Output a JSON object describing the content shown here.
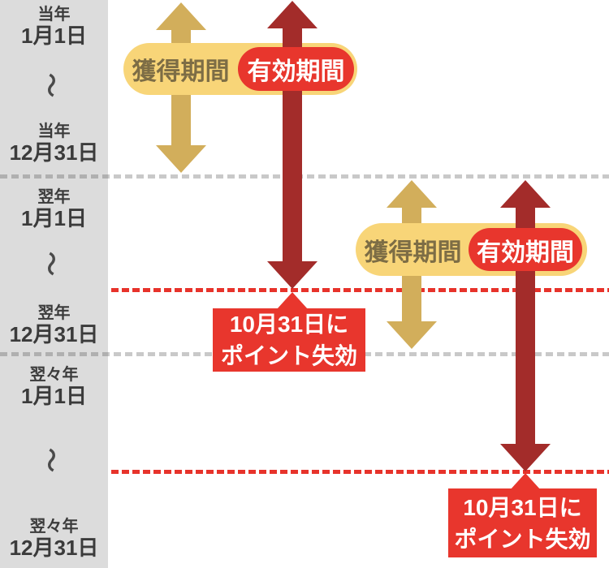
{
  "diagram_title": "point-validity-expiry-timeline",
  "sidebar": {
    "tilde": "〜",
    "labels": [
      {
        "year": "当年",
        "date": "1月1日"
      },
      {
        "year": "当年",
        "date": "12月31日"
      },
      {
        "year": "翌年",
        "date": "1月1日"
      },
      {
        "year": "翌年",
        "date": "12月31日"
      },
      {
        "year": "翌々年",
        "date": "1月1日"
      },
      {
        "year": "翌々年",
        "date": "12月31日"
      }
    ]
  },
  "groups": [
    {
      "acquisition_label": "獲得期間",
      "validity_label": "有効期間",
      "expiry_line1": "10月31日に",
      "expiry_line2": "ポイント失効"
    },
    {
      "acquisition_label": "獲得期間",
      "validity_label": "有効期間",
      "expiry_line1": "10月31日に",
      "expiry_line2": "ポイント失効"
    }
  ],
  "colors": {
    "sidebar_bg": "#dcdcdc",
    "label_text": "#3b3b3b",
    "gold_arrow": "#d2ae5b",
    "gold_pill": "#f8d578",
    "gold_text": "#7d6d45",
    "red_accent": "#e8362d",
    "dark_red_arrow": "#a32c2a",
    "gray_dash": "#b9b9b9",
    "expiry_text": "#ffffff"
  }
}
